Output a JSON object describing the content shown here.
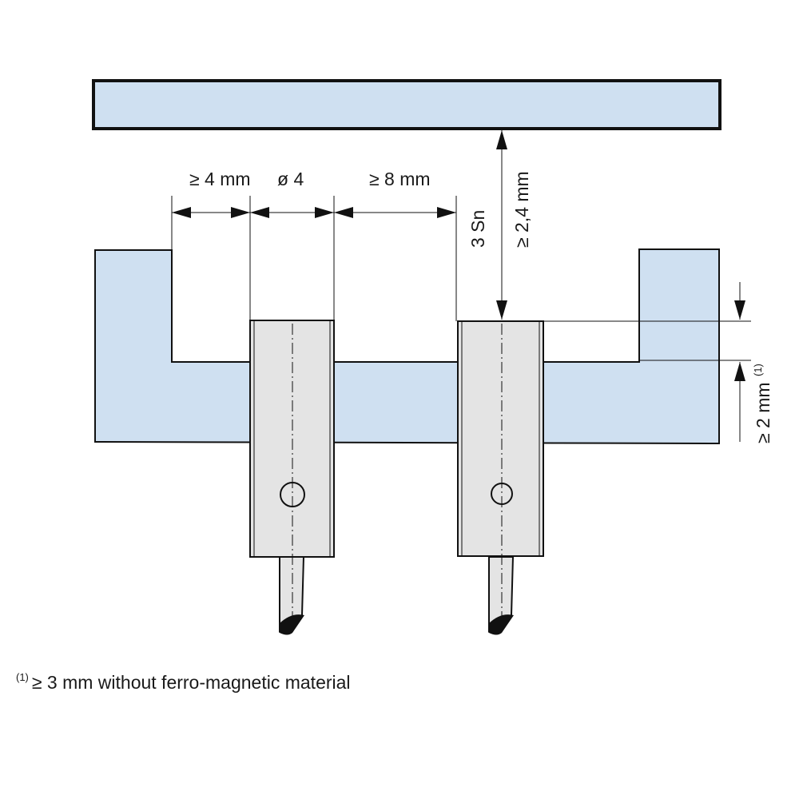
{
  "colors": {
    "fill": "#cfe0f1",
    "sensor": "#e4e4e4",
    "stroke": "#111111"
  },
  "labels": {
    "gap_left": "≥ 4 mm",
    "diameter": "ø 4",
    "gap_between": "≥ 8 mm",
    "sensing": "3 Sn",
    "gap_target": "≥ 2,4 mm",
    "flush": "≥ 2 mm",
    "flush_note_mark": "(1)"
  },
  "footnote": {
    "mark": "(1)",
    "text": "≥ 3 mm without ferro-magnetic material"
  }
}
